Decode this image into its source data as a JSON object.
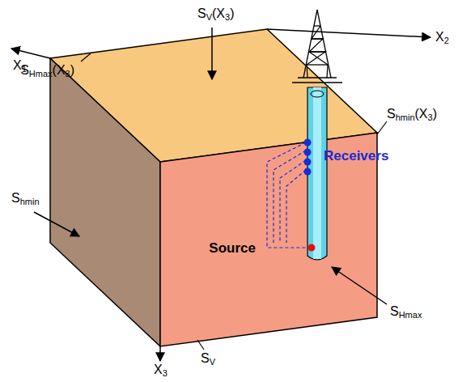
{
  "diagram": {
    "labels": [
      "SV(X3)",
      "SHmax(X3)",
      "X1",
      "X2",
      "Shmin(X3)",
      "Receivers",
      "Source",
      "Shmin",
      "SHmax",
      "SV",
      "X3"
    ]
  }
}
